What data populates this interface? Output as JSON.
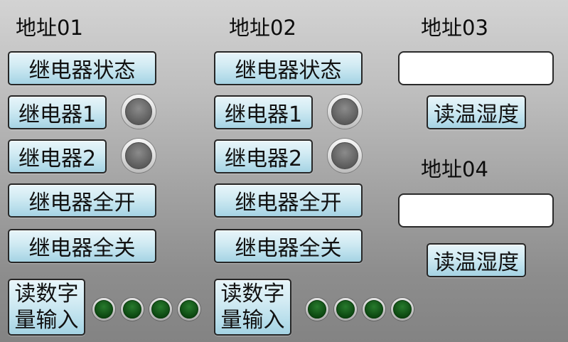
{
  "relay_panels": [
    {
      "address": "地址01",
      "relay_status_button": "继电器状态",
      "relays": [
        {
          "label": "继电器1",
          "indicator_color": "#727272"
        },
        {
          "label": "继电器2",
          "indicator_color": "#727272"
        }
      ],
      "all_on_button": "继电器全开",
      "all_off_button": "继电器全关",
      "read_digital_button": [
        "读数字",
        "量输入"
      ],
      "digital_inputs": [
        {
          "led_color": "#0b5c12"
        },
        {
          "led_color": "#0b5c12"
        },
        {
          "led_color": "#0b5c12"
        },
        {
          "led_color": "#0b5c12"
        }
      ]
    },
    {
      "address": "地址02",
      "relay_status_button": "继电器状态",
      "relays": [
        {
          "label": "继电器1",
          "indicator_color": "#727272"
        },
        {
          "label": "继电器2",
          "indicator_color": "#727272"
        }
      ],
      "all_on_button": "继电器全开",
      "all_off_button": "继电器全关",
      "read_digital_button": [
        "读数字",
        "量输入"
      ],
      "digital_inputs": [
        {
          "led_color": "#0b5c12"
        },
        {
          "led_color": "#0b5c12"
        },
        {
          "led_color": "#0b5c12"
        },
        {
          "led_color": "#0b5c12"
        }
      ]
    }
  ],
  "sensor_panels": [
    {
      "address": "地址03",
      "reading": "",
      "read_button": "读温湿度"
    },
    {
      "address": "地址04",
      "reading": "",
      "read_button": "读温湿度"
    }
  ]
}
